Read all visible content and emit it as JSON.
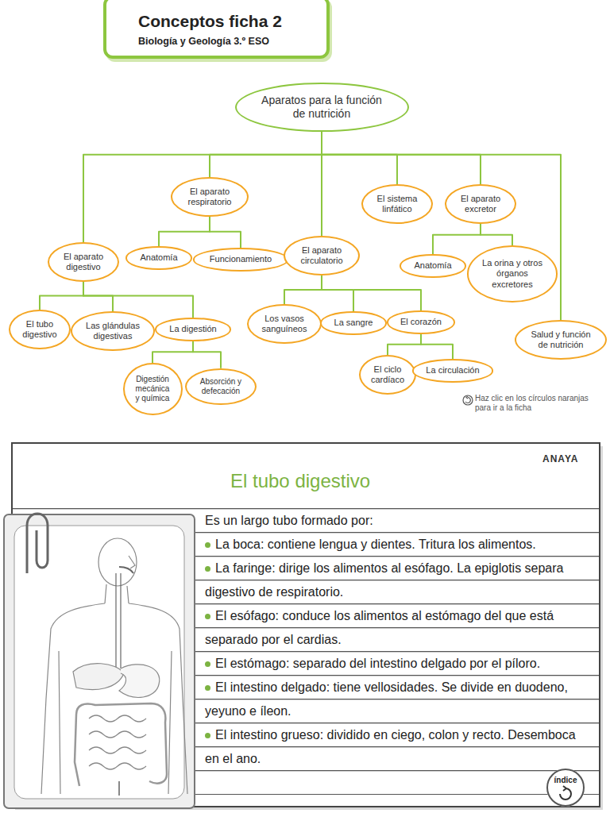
{
  "diagram": {
    "nodes": [
      {
        "text": [
          "Conceptos ficha 2",
          "Biología y Geología 3.º ESO"
        ]
      },
      {
        "text": [
          "Aparatos para la función de nutrición"
        ]
      },
      {
        "text": [
          "El aparato respiratorio"
        ]
      },
      {
        "text": [
          "El sistema linfático"
        ]
      },
      {
        "text": [
          "El aparato excretor"
        ]
      },
      {
        "text": [
          "El aparato digestivo"
        ]
      },
      {
        "text": [
          "Anatomía"
        ]
      },
      {
        "text": [
          "Funcionamiento"
        ]
      },
      {
        "text": [
          "El aparato circulatorio"
        ]
      },
      {
        "text": [
          "Anatomía"
        ]
      },
      {
        "text": [
          "La orina y otros órganos excretores"
        ]
      },
      {
        "text": [
          "El tubo digestivo"
        ]
      },
      {
        "text": [
          "Las glándulas digestivas"
        ]
      },
      {
        "text": [
          "La digestión"
        ]
      },
      {
        "text": [
          "Los vasos sanguíneos"
        ]
      },
      {
        "text": [
          "La sangre"
        ]
      },
      {
        "text": [
          "El corazón"
        ]
      },
      {
        "text": [
          "Salud y función de nutrición"
        ]
      },
      {
        "text": [
          "Digestión mecánica y química"
        ]
      },
      {
        "text": [
          "Absorción y defecación"
        ]
      },
      {
        "text": [
          "El ciclo cardíaco"
        ]
      },
      {
        "text": [
          "La circulación"
        ]
      },
      {
        "text": [
          "El tubo digestivo",
          "Es un largo tubo formado por:",
          "La boca: contiene lengua y dientes. Tritura los alimentos.",
          "La faringe: dirige los alimentos al esófago. La epiglotis separa digestivo de respiratorio.",
          "El esófago: conduce los alimentos al estómago del que está separado por el cardias.",
          "El estómago: separado del intestino delgado por el píloro.",
          "El intestino delgado: tiene vellosidades. Se divide en duodeno, yeyuno e íleon.",
          "El intestino grueso: dividido en ciego, colon y recto. Desemboca en el ano."
        ]
      },
      {
        "text": [
          "índice"
        ],
        "in": 22
      }
    ],
    "edges": [
      {
        "from": 1,
        "to": 2,
        "arrow": "none"
      },
      {
        "from": 1,
        "to": 3,
        "arrow": "none"
      },
      {
        "from": 1,
        "to": 4,
        "arrow": "none"
      },
      {
        "from": 1,
        "to": 5,
        "arrow": "none"
      },
      {
        "from": 1,
        "to": 8,
        "arrow": "none"
      },
      {
        "from": 1,
        "to": 17,
        "arrow": "none"
      },
      {
        "from": 2,
        "to": 6,
        "arrow": "none"
      },
      {
        "from": 2,
        "to": 7,
        "arrow": "none"
      },
      {
        "from": 4,
        "to": 9,
        "arrow": "none"
      },
      {
        "from": 4,
        "to": 10,
        "arrow": "none"
      },
      {
        "from": 5,
        "to": 11,
        "arrow": "none"
      },
      {
        "from": 5,
        "to": 12,
        "arrow": "none"
      },
      {
        "from": 5,
        "to": 13,
        "arrow": "none"
      },
      {
        "from": 8,
        "to": 14,
        "arrow": "none"
      },
      {
        "from": 8,
        "to": 15,
        "arrow": "none"
      },
      {
        "from": 8,
        "to": 16,
        "arrow": "none"
      },
      {
        "from": 13,
        "to": 18,
        "arrow": "none"
      },
      {
        "from": 13,
        "to": 19,
        "arrow": "none"
      },
      {
        "from": 16,
        "to": 20,
        "arrow": "none"
      },
      {
        "from": 16,
        "to": 21,
        "arrow": "none"
      }
    ],
    "labels": [
      "Haz clic en los círculos naranjas para ir a la ficha",
      "ANAYA"
    ]
  }
}
